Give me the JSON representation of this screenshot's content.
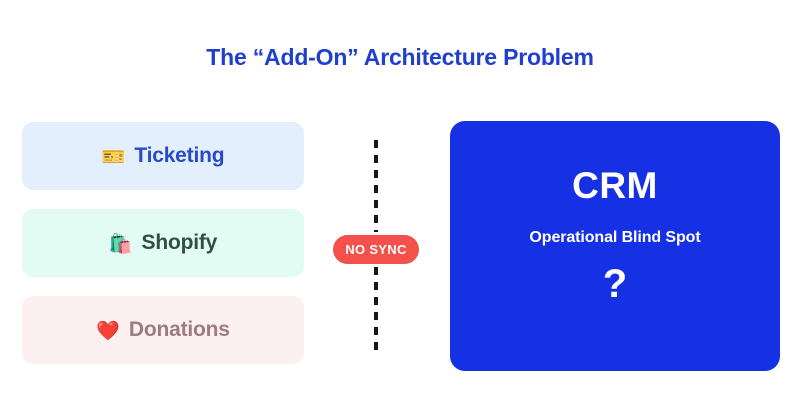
{
  "title": "The “Add-On” Architecture Problem",
  "colors": {
    "title_text": "#1f3fcc",
    "crm_panel": "#1630e3",
    "no_sync_pill": "#f4504c",
    "divider_dash": "#18181b"
  },
  "sources": [
    {
      "label": "Ticketing",
      "icon": "ticket-icon",
      "emoji": "🎫",
      "bg": "#e3effc",
      "text_color": "#2a49c8"
    },
    {
      "label": "Shopify",
      "icon": "shopping-bags-icon",
      "emoji": "🛍️",
      "bg": "#e2fbf3",
      "text_color": "#2f4f49"
    },
    {
      "label": "Donations",
      "icon": "heart-icon",
      "emoji": "❤️",
      "bg": "#fdf0f0",
      "text_color": "#9d7b84"
    }
  ],
  "divider": {
    "badge_label": "NO SYNC"
  },
  "crm": {
    "title": "CRM",
    "subtitle": "Operational Blind Spot",
    "question_mark": "?"
  }
}
